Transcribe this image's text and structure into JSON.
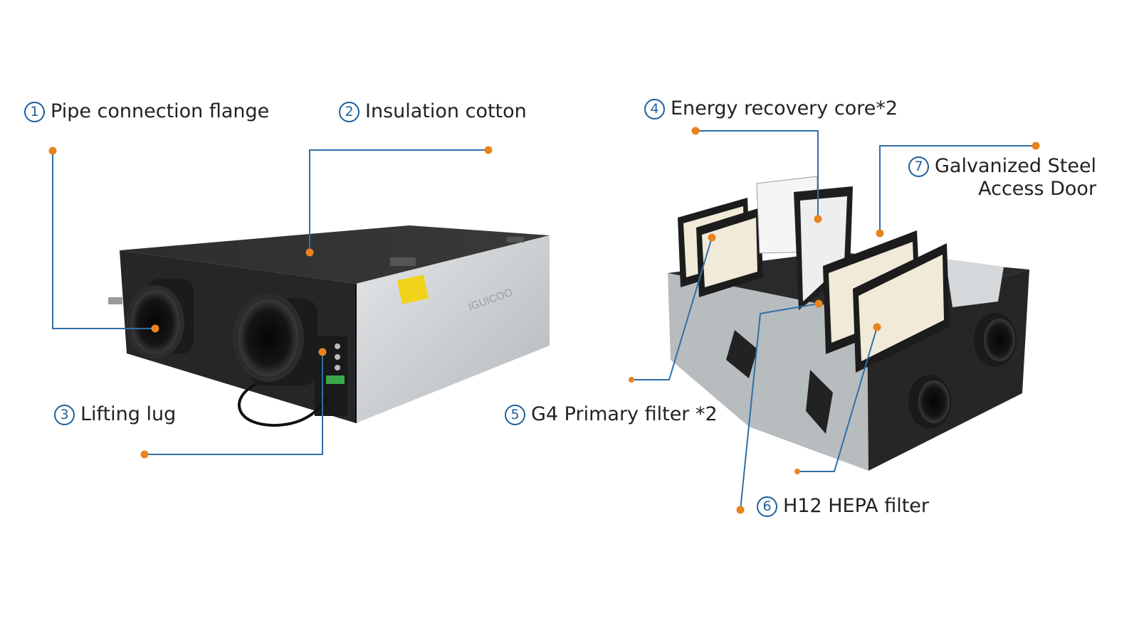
{
  "callouts": [
    {
      "id": "c1",
      "number": "1",
      "text": "Pipe connection flange"
    },
    {
      "id": "c2",
      "number": "2",
      "text": "Insulation cotton"
    },
    {
      "id": "c3",
      "number": "3",
      "text": "Lifting lug"
    },
    {
      "id": "c4",
      "number": "4",
      "text": "Energy recovery core*2"
    },
    {
      "id": "c5",
      "number": "5",
      "text": "G4 Primary filter *2"
    },
    {
      "id": "c6",
      "number": "6",
      "text": "H12 HEPA filter"
    },
    {
      "id": "c7",
      "number": "7",
      "text": "Galvanized Steel",
      "text2": "Access Door"
    }
  ],
  "unit_logo": "IGUICOO",
  "colors": {
    "leader": "#2f6fa8",
    "dot": "#e8831f",
    "number": "#1f5f99",
    "casing_dark": "#2b2b2b",
    "panel_silver": "#cfd2d4",
    "filter_media": "#f1ead9"
  }
}
